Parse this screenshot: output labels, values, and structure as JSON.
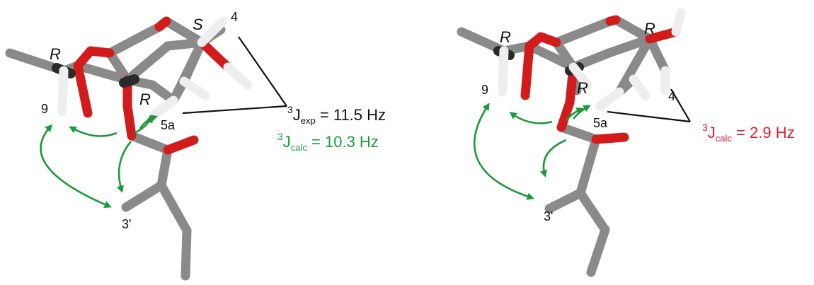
{
  "colors": {
    "carbon": "#8a8a8a",
    "carbon_dark": "#2a2a2a",
    "oxygen": "#d21c1c",
    "hydrogen": "#eeeeee",
    "noe_arrow": "#1a9a3a",
    "coupling_line": "#111111",
    "calc_ok": "#1a9a3a",
    "calc_bad": "#e0202a"
  },
  "left": {
    "stereo": [
      "R",
      "S",
      "R"
    ],
    "atoms": {
      "h4": "4",
      "h9": "9",
      "h5a": "5a",
      "h3p": "3'"
    },
    "jexp": {
      "sup": "3",
      "main": "J",
      "sub": "exp",
      "value": " = 11.5 Hz"
    },
    "jcalc": {
      "sup": "3",
      "main": "J",
      "sub": "calc",
      "value": " = 10.3 Hz"
    }
  },
  "right": {
    "stereo": [
      "R",
      "R",
      "R"
    ],
    "atoms": {
      "h4": "4",
      "h9": "9",
      "h5a": "5a",
      "h3p": "3'"
    },
    "jcalc": {
      "sup": "3",
      "main": "J",
      "sub": "calc",
      "value": " = 2.9 Hz"
    }
  }
}
